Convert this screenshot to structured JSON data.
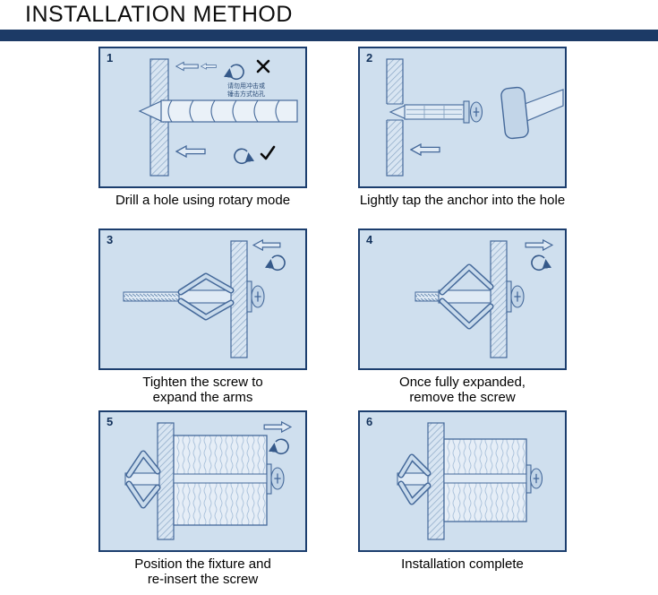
{
  "title": "INSTALLATION METHOD",
  "colors": {
    "accent_bar": "#1c3a66",
    "panel_background": "#cfdfee",
    "panel_border": "#1c3e6e",
    "line_art": "#45699a"
  },
  "steps": [
    {
      "number": "1",
      "caption": "Drill a hole using rotary mode",
      "annotation": "请勿用冲击或\n锤击方式钻孔"
    },
    {
      "number": "2",
      "caption": "Lightly tap the anchor into the hole"
    },
    {
      "number": "3",
      "caption": "Tighten the screw to\nexpand the arms"
    },
    {
      "number": "4",
      "caption": "Once fully expanded,\nremove the screw"
    },
    {
      "number": "5",
      "caption": "Position the fixture and\nre-insert the screw"
    },
    {
      "number": "6",
      "caption": "Installation complete"
    }
  ]
}
